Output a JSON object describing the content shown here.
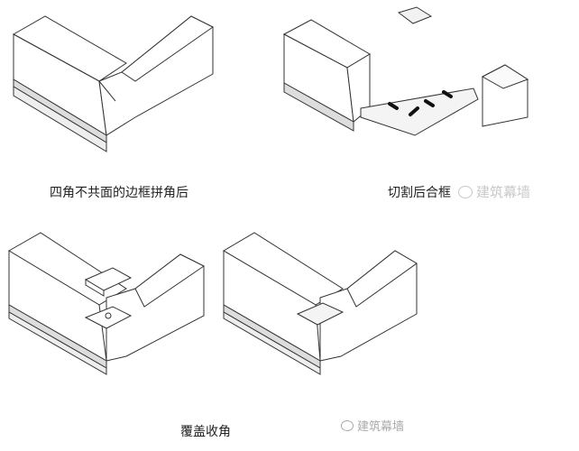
{
  "labels": {
    "fig1": "四角不共面的边框拼角后",
    "fig2": "切割后合框",
    "fig3": "覆盖收角"
  },
  "watermarks": [
    "建筑幕墙",
    "建筑幕墙"
  ],
  "colors": {
    "line": "#333333",
    "shade": "#e6e6e6"
  }
}
